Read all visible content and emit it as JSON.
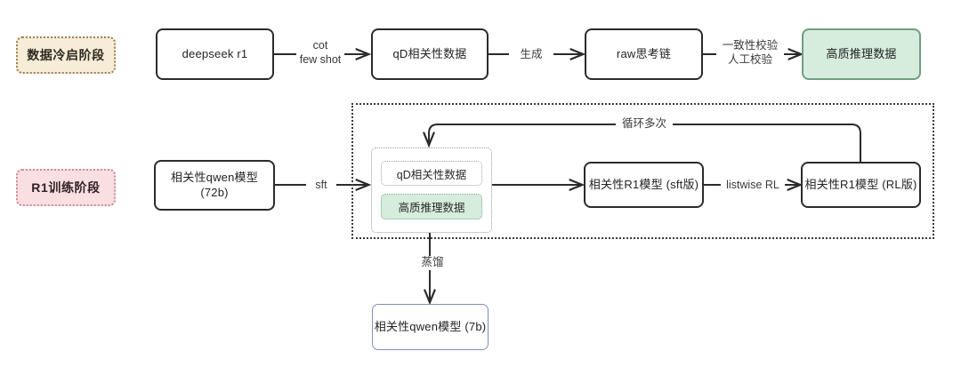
{
  "diagram": {
    "title_stages": [
      {
        "id": "stage-cold-start",
        "label": "数据冷启阶段"
      },
      {
        "id": "stage-r1-training",
        "label": "R1训练阶段"
      }
    ],
    "colors": {
      "stage_cold_bg": "#f6ecd7",
      "stage_cold_border": "#9b8253",
      "stage_r1_bg": "#fadfe2",
      "stage_r1_border": "#c98f98",
      "node_border": "#2b2b2b",
      "green_fill": "#d6ecdd",
      "green_border": "#6f9f7d",
      "blue_border": "#8290b8",
      "region_border": "#3b3b3b"
    },
    "nodes": {
      "deepseek_r1": "deepseek r1",
      "qd_relevance_data_top": "qD相关性数据",
      "raw_cot_chain": "raw思考链",
      "high_quality_reasoning_data": "高质推理数据",
      "qwen_72b": "相关性qwen模型 (72b)",
      "qd_relevance_data_inner": "qD相关性数据",
      "high_quality_reasoning_data_inner": "高质推理数据",
      "r1_model_sft": "相关性R1模型 (sft版)",
      "r1_model_rl": "相关性R1模型 (RL版)",
      "qwen_7b": "相关性qwen模型 (7b)"
    },
    "edge_labels": {
      "cot_few_shot": "cot\nfew shot",
      "generate": "生成",
      "consistency_manual_check": "一致性校验\n人工校验",
      "sft": "sft",
      "listwise_rl": "listwise RL",
      "loop_many_times": "循环多次",
      "distill": "蒸馏"
    }
  }
}
